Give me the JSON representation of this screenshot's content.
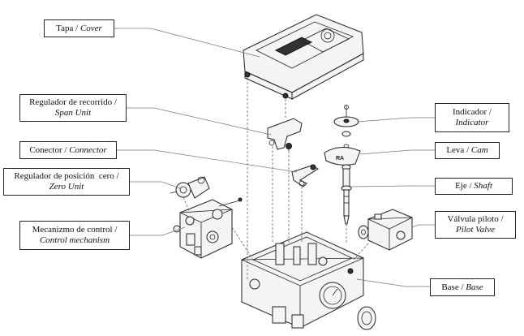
{
  "labels": {
    "cover": {
      "es": "Tapa",
      "sep": " / ",
      "en": "Cover"
    },
    "span": {
      "es": "Regulador de recorrido /",
      "en": "Span Unit"
    },
    "connector": {
      "es": "Conector",
      "sep": " / ",
      "en": "Connector"
    },
    "zero": {
      "es": "Regulador de posición  cero /",
      "en": "Zero Unit"
    },
    "mechanism": {
      "es": "Mecanizmo de control /",
      "en": "Control mechanism"
    },
    "indicator": {
      "es": "Indicador /",
      "en": "Indicator"
    },
    "cam": {
      "es": "Leva",
      "sep": " / ",
      "en": "Cam"
    },
    "shaft": {
      "es": "Eje",
      "sep": " / ",
      "en": "Shaft"
    },
    "pilot": {
      "es": "Válvula piloto /",
      "en": "Pilot Valve"
    },
    "base": {
      "es": "Base",
      "sep": " / ",
      "en": "Base"
    }
  },
  "cam_marking": "RA"
}
